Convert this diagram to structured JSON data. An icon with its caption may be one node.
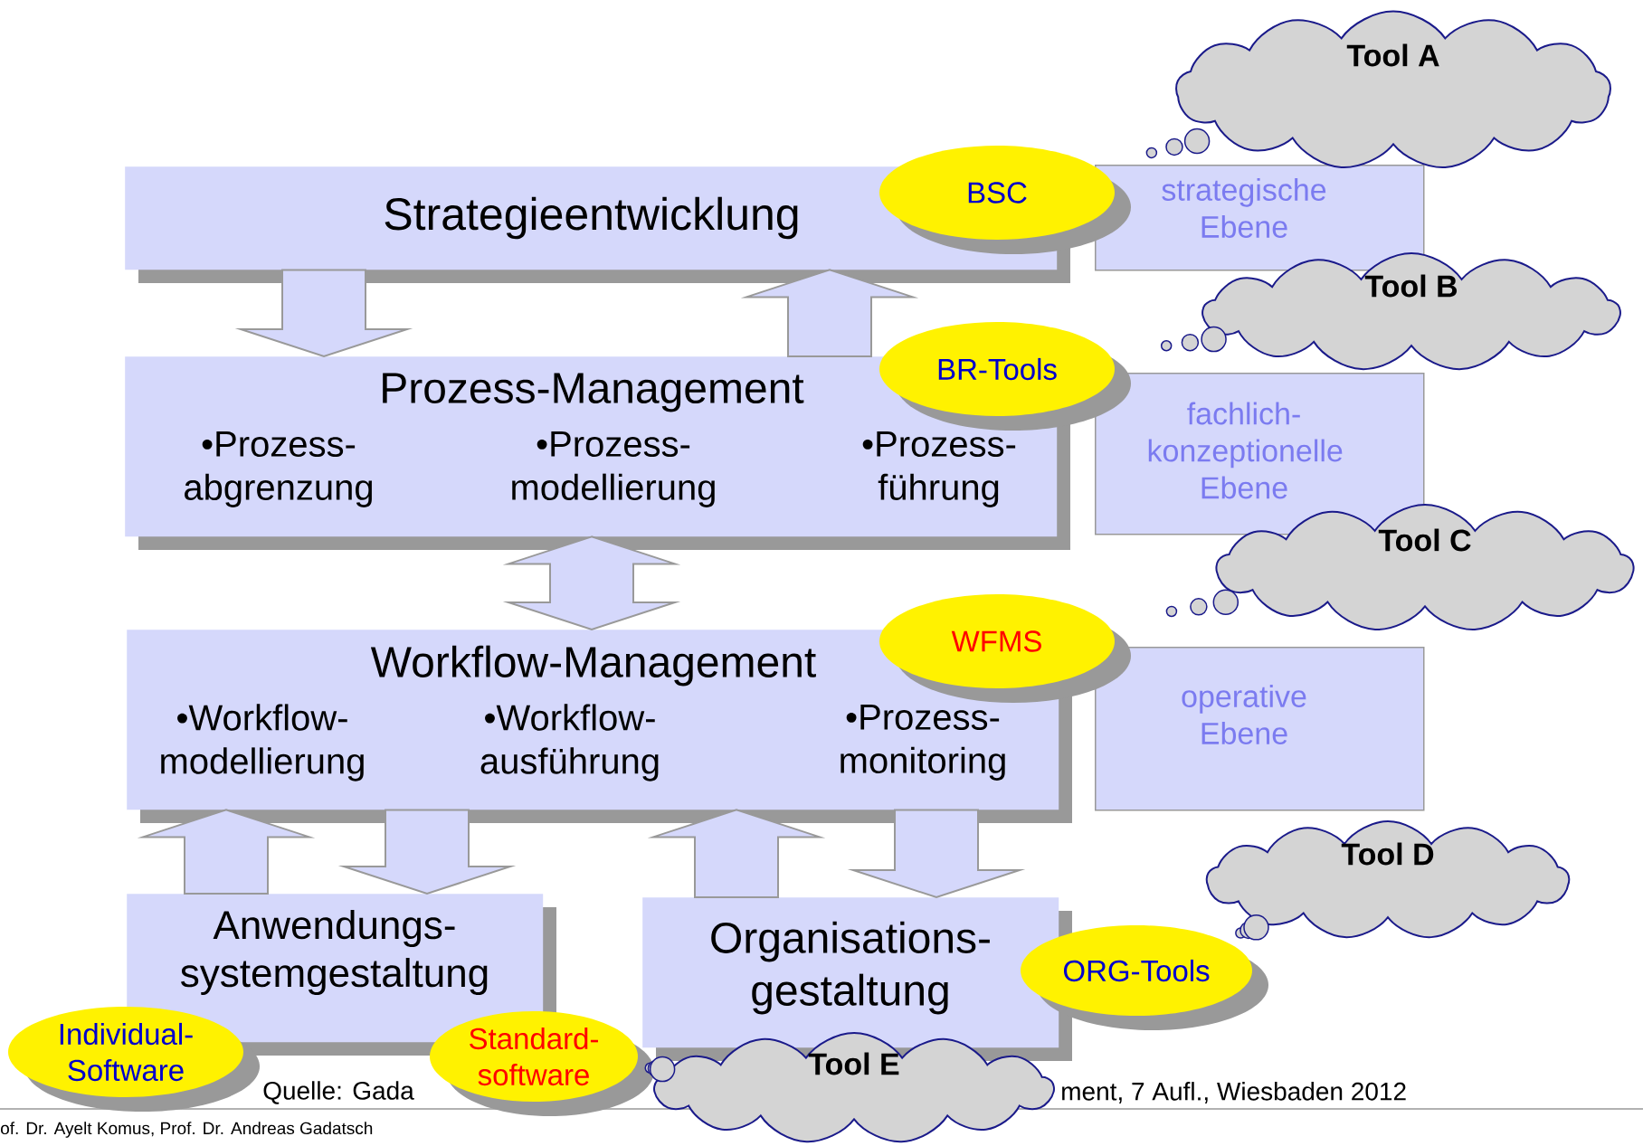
{
  "diagram": {
    "nodes": [
      {
        "text": [
          "Strategieentwicklung"
        ]
      },
      {
        "text": [
          "Prozess-Management",
          "•Prozess- abgrenzung",
          "•Prozess- modellierung",
          "•Prozess- führung"
        ]
      },
      {
        "text": [
          "Workflow-Management",
          "•Workflow- modellierung",
          "•Workflow- ausführung",
          "•Prozess- monitoring"
        ]
      },
      {
        "text": [
          "Anwendungs- systemgestaltung"
        ]
      },
      {
        "text": [
          "Organisations- gestaltung"
        ]
      },
      {
        "text": [
          "strategische Ebene"
        ]
      },
      {
        "text": [
          "fachlich- konzeptionelle Ebene"
        ]
      },
      {
        "text": [
          "operative Ebene"
        ]
      },
      {
        "text": [
          "BSC"
        ]
      },
      {
        "text": [
          "BR-Tools"
        ]
      },
      {
        "text": [
          "WFMS"
        ]
      },
      {
        "text": [
          "ORG-Tools"
        ]
      },
      {
        "text": [
          "Individual- Software"
        ]
      },
      {
        "text": [
          "Standard- software"
        ]
      },
      {
        "text": [
          "Tool A"
        ]
      },
      {
        "text": [
          "Tool B"
        ]
      },
      {
        "text": [
          "Tool C"
        ]
      },
      {
        "text": [
          "Tool D"
        ]
      },
      {
        "text": [
          "Tool E"
        ]
      }
    ],
    "edges": [
      {
        "from": 0,
        "to": 1,
        "arrow": "to"
      },
      {
        "from": 1,
        "to": 0,
        "arrow": "to"
      },
      {
        "from": 1,
        "to": 2,
        "arrow": "both"
      },
      {
        "from": 3,
        "to": 2,
        "arrow": "to"
      },
      {
        "from": 2,
        "to": 3,
        "arrow": "to"
      },
      {
        "from": 4,
        "to": 2,
        "arrow": "to"
      },
      {
        "from": 2,
        "to": 4,
        "arrow": "to"
      },
      {
        "from": 8,
        "to": 14,
        "arrow": "none"
      },
      {
        "from": 9,
        "to": 15,
        "arrow": "none"
      },
      {
        "from": 10,
        "to": 16,
        "arrow": "none"
      },
      {
        "from": 11,
        "to": 17,
        "arrow": "none"
      },
      {
        "from": 13,
        "to": 18,
        "arrow": "none"
      }
    ],
    "labels": [
      "Quelle: Gada",
      "ment, 7 Aufl., Wiesbaden 2012",
      "of. Dr. Ayelt Komus, Prof. Dr. Andreas Gadatsch"
    ]
  }
}
